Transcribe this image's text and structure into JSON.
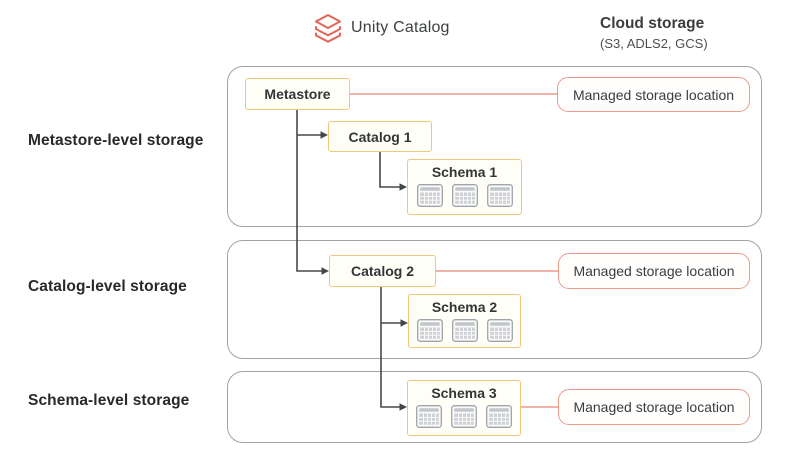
{
  "header": {
    "logo_label": "Unity Catalog",
    "cloud_title": "Cloud storage",
    "cloud_subtitle": "(S3, ADLS2, GCS)"
  },
  "rows": [
    {
      "label": "Metastore-level storage"
    },
    {
      "label": "Catalog-level storage"
    },
    {
      "label": "Schema-level storage"
    }
  ],
  "nodes": {
    "metastore": "Metastore",
    "catalog1": "Catalog 1",
    "schema1": "Schema 1",
    "catalog2": "Catalog 2",
    "schema2": "Schema 2",
    "schema3": "Schema 3",
    "managed": "Managed storage location"
  },
  "icons": {
    "logo": "unity-catalog-stacked-layers-icon",
    "schema_content": "table-icon"
  },
  "colors": {
    "accent_yellow": "#F1C77C",
    "accent_salmon": "#EC9A8C",
    "logo_red": "#E4675C",
    "container_gray": "#9EA3A8",
    "line_dark": "#45484B",
    "text_dark": "#28292B"
  }
}
